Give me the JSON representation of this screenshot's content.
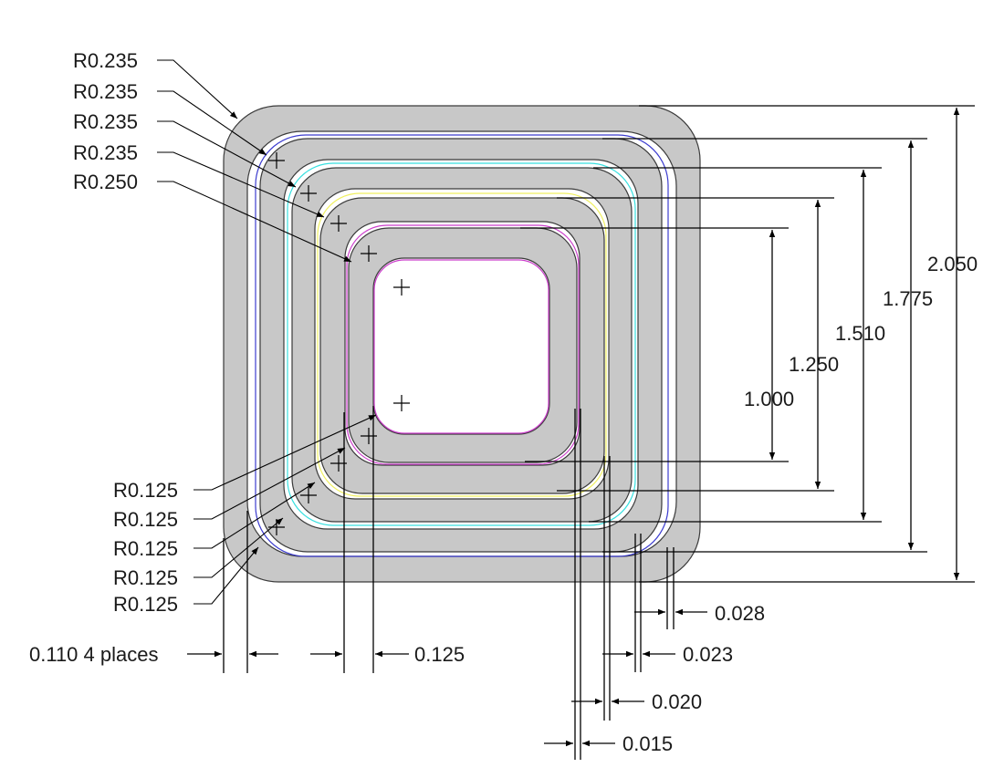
{
  "colors": {
    "band_fill": "#c8c8c8",
    "band_outline": "#3a3a3a",
    "blue_outline": "#3c3ccf",
    "cyan_outline": "#38e0e0",
    "yellow_outline": "#f0f060",
    "magenta_outline": "#cc3fcc",
    "line": "#000000"
  },
  "radius_labels_top": [
    "R0.235",
    "R0.235",
    "R0.235",
    "R0.235",
    "R0.250"
  ],
  "radius_labels_bottom": [
    "R0.125",
    "R0.125",
    "R0.125",
    "R0.125",
    "R0.125"
  ],
  "vertical_dims": [
    "2.050",
    "1.775",
    "1.510",
    "1.250",
    "1.000"
  ],
  "wall_thickness": {
    "left_label": "0.110 4 places",
    "left_value": "0.125"
  },
  "gap_dims": [
    "0.028",
    "0.023",
    "0.020",
    "0.015"
  ]
}
